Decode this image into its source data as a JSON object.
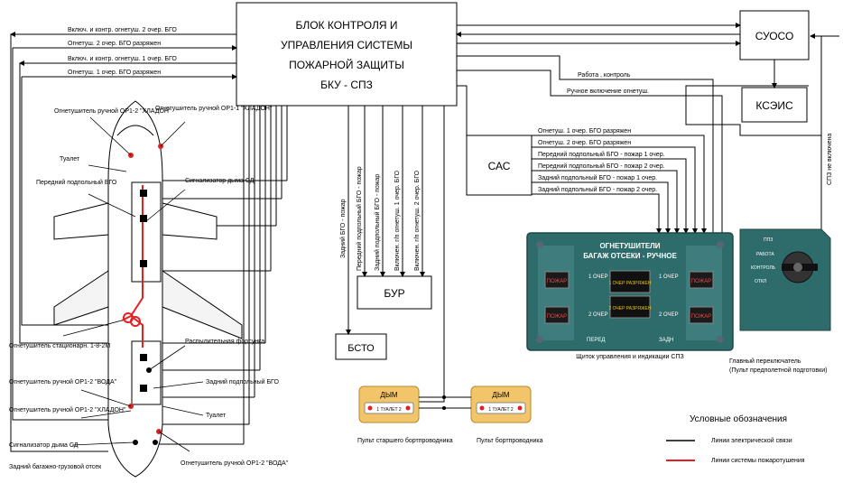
{
  "blocks": {
    "bku_line1": "БЛОК КОНТРОЛЯ И",
    "bku_line2": "УПРАВЛЕНИЯ СИСТЕМЫ",
    "bku_line3": "ПОЖАРНОЙ ЗАЩИТЫ",
    "bku_line4": "БКУ - СПЗ",
    "suoso": "СУОСО",
    "kseis": "КСЭИС",
    "sas": "САС",
    "bur": "БУР",
    "bsto": "БСТО"
  },
  "left_signals": [
    "Включ. и контр. огнетуш. 2 очер. БГО",
    "Огнетуш. 2 очер. БГО разряжен",
    "Включ. и контр. огнетуш. 1 очер. БГО",
    "Огнетуш. 1 очер. БГО разряжен"
  ],
  "right_signals": {
    "work_control": "Работа , контроль",
    "manual_on": "Ручное включение огнетуш."
  },
  "sas_signals": [
    "Огнетуш. 1 очер. БГО разряжен",
    "Огнетуш. 2 очер. БГО разряжен",
    "Передний подпольный БГО - пожар 1 очер.",
    "Передний подпольный БГО - пожар 2 очер.",
    "Задний подпольный БГО - пожар 1 очер.",
    "Задний подпольный БГО - пожар 2 очер."
  ],
  "vertical_signals": [
    "Задний БГО - пожар",
    "Передний подпольный БГО - пожар",
    "Задний подпольный БГО - пожар",
    "Включен. г/п огнетуш. 1 очер. БГО",
    "Включен. г/п огнетуш. 2 очер. БГО"
  ],
  "spz_not_included": "СПЗ не включена",
  "aircraft_labels": {
    "halon_op1_1": "Огнетушитель ручной ОР1-1 \"ХЛАДОН\"",
    "halon_op1_2": "Огнетушитель ручной ОР1-2 \"ХЛАДОН\"",
    "toilet_front": "Туалет",
    "front_bgo": "Передний подпольный БГО",
    "smoke_sd": "Сигнализатор дыма СД",
    "stationary": "Огнетушитель стационарн. 1-8-2М",
    "nozzle": "Распылительная форсунка",
    "rear_bgo": "Задний подпольный БГО",
    "water_op1_2": "Огнетушитель ручной ОР1-2 \"ВОДА\"",
    "halon_op1_2_rear": "Огнетушитель ручной ОР1-2 \"ХЛАДОН\"",
    "toilet_rear": "Туалет",
    "smoke_sd_rear": "Сигнализатор дыма СД",
    "water_op1_2_bottom": "Огнетушитель ручной ОР1-2 \"ВОДА\"",
    "rear_cargo": "Задний багажно-грузовой отсек"
  },
  "panel": {
    "title1": "ОГНЕТУШИТЕЛИ",
    "title2": "БАГАЖ ОТСЕКИ - РУЧНОЕ",
    "fire": "ПОЖАР",
    "q1": "1 ОЧЕР",
    "q2": "2 ОЧЕР",
    "disch1": "1 ОЧЕР РАЗРЯЖЕН",
    "disch2": "2 ОЧЕР РАЗРЯЖЕН",
    "front": "ПЕРЕД",
    "rear": "ЗАДН",
    "caption": "Щиток управления и индикации СПЗ"
  },
  "switch": {
    "pps": "ППЗ",
    "work": "РАБОТА",
    "control": "КОНТРОЛЬ",
    "off": "ОТКЛ",
    "caption1": "Главный переключатель",
    "caption2": "(Пульт предполетной подготовки)"
  },
  "smoke_panels": {
    "title": "ДЫМ",
    "lamp": "1 ТУАЛЕТ 2",
    "senior": "Пульт старшего бортпроводника",
    "attendant": "Пульт бортпроводника"
  },
  "legend": {
    "title": "Условные обозначения",
    "electric": "Линии электрической связи",
    "fire": "Линии системы пожаротушения",
    "electric_color": "#000000",
    "fire_color": "#e32020"
  }
}
